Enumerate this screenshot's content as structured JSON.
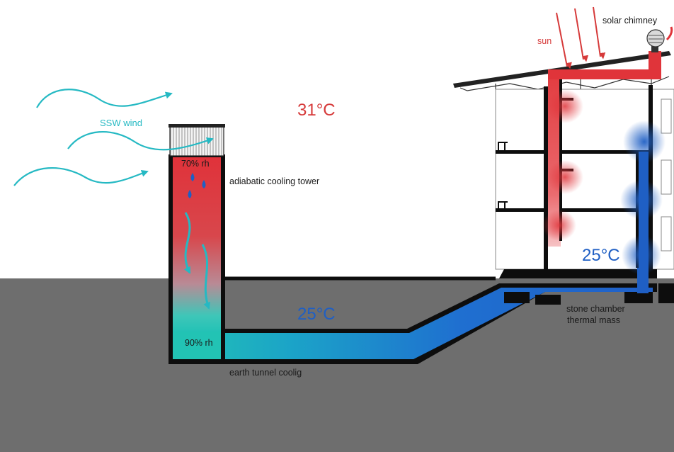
{
  "labels": {
    "sun": "sun",
    "solar_chimney": "solar chimney",
    "wind": "SSW wind",
    "outdoor_temp": "31°C",
    "tower_top_rh": "70% rh",
    "cooling_tower": "adiabatic cooling tower",
    "tunnel_temp": "25°C",
    "building_temp": "25°C",
    "tower_bottom_rh": "90% rh",
    "earth_tunnel": "earth tunnel coolig",
    "stone_chamber_line1": "stone chamber",
    "stone_chamber_line2": "thermal mass"
  },
  "colors": {
    "hot": "#e0343a",
    "cool": "#1f5fc4",
    "teal": "#20b8b8",
    "ground": "#6e6e6e",
    "sun_red": "#d63a3a",
    "wind": "#25b9c3"
  }
}
